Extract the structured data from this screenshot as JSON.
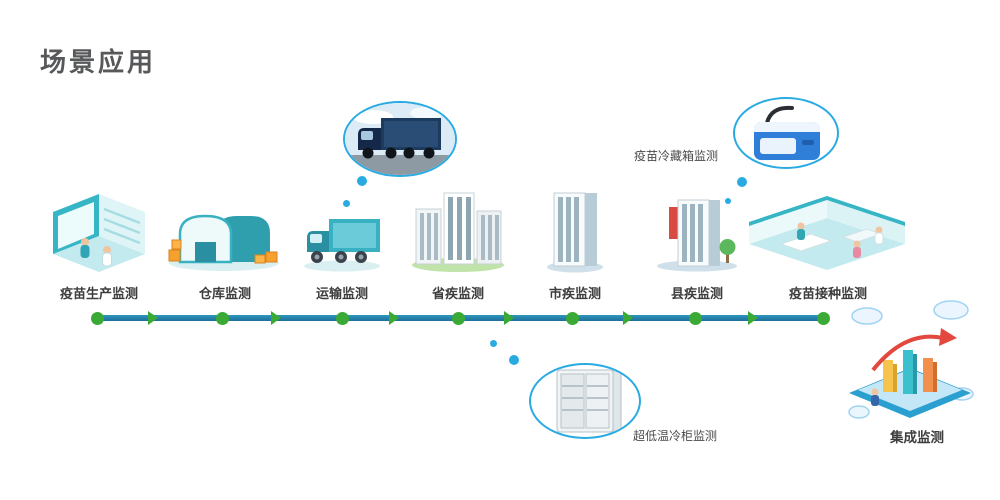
{
  "page": {
    "title": "场景应用"
  },
  "timeline": {
    "stages": [
      {
        "label": "疫苗生产监测"
      },
      {
        "label": "仓库监测"
      },
      {
        "label": "运输监测"
      },
      {
        "label": "省疾监测"
      },
      {
        "label": "市疾监测"
      },
      {
        "label": "县疾监测"
      },
      {
        "label": "疫苗接种监测"
      }
    ]
  },
  "callouts": {
    "cold_box": {
      "label": "疫苗冷藏箱监测"
    },
    "freezer": {
      "label": "超低温冷柜监测"
    }
  },
  "integration": {
    "label": "集成监测"
  },
  "colors": {
    "line": "#1c6f9c",
    "node": "#3aa935",
    "callout": "#29abe2",
    "title": "#57585a"
  }
}
